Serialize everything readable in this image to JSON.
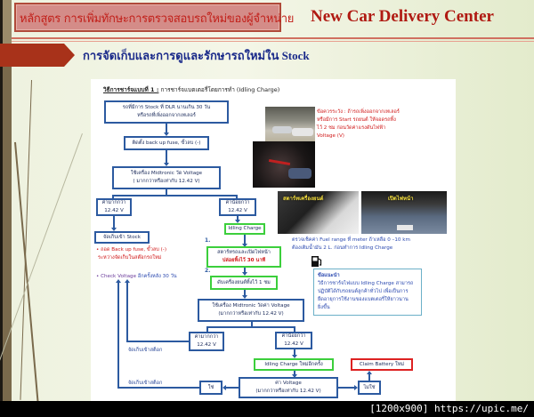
{
  "header": {
    "course_title": "หลักสูตร  การเพิ่มทักษะการตรวจสอบรถใหม่ของผู้จำหน่าย",
    "brand": "New Car Delivery Center",
    "section_title": "การจัดเก็บและการดูและรักษารถใหม่ใน Stock"
  },
  "document": {
    "method_label": "วิธีการชาร์จแบบที่ 1 :",
    "method_desc": "การชาร์จแบตเตอรี่โดยการทำ (Idling Charge)",
    "flow": {
      "start_line1": "รถที่มีการ Stock ที่ DLR นานเกิน 30 วัน",
      "start_line2": "หรือรถที่เพิ่งออกจากเทเลอร์",
      "remove_fuse": "ติดตั้ง back up fuse, ขั้วลบ (-)",
      "measure1_line1": "ใช้เครื่อง Midtronic วัด Voltage",
      "measure1_line2": "( มากกว่าหรือเท่ากับ 12.42 V)",
      "more_line1": "ค่ามากกว่า",
      "more_line2": "12.42 V",
      "less_line1": "ค่าน้อยกว่า",
      "less_line2": "12.42 V",
      "store_stock": "จัดเก็บเข้า Stock",
      "idling_charge": "Idling Charge",
      "step1_num": "1.",
      "step1_line1": "สตาร์ทรถและเปิดไฟหน้า",
      "step1_line2": "ปล่อยทิ้งไว้ 30 นาที",
      "step2_num": "2.",
      "step2": "ดับเครื่องยนต์ทิ้งไว้ 1 ชม",
      "measure2_line1": "ใช้เครื่อง Midtronic วัดค่า Voltage",
      "measure2_line2": "(มากกว่าหรือเท่ากับ 12.42 V)",
      "more2_line1": "ค่ามากกว่า",
      "more2_line2": "12.42 V",
      "less2_line1": "ค่าน้อยกว่า",
      "less2_line2": "12.42 V",
      "store_label1": "จัดเก็บเข้าสต็อก",
      "idling_again": "Idling Charge ใหม่อีกครั้ง",
      "claim_battery": "Claim Battery ใหม่",
      "store_label2": "จัดเก็บเข้าสต็อก",
      "yes": "ใช่",
      "voltage_line1": "ค่า Voltage",
      "voltage_line2": "(มากกว่าหรือเท่ากับ 12.42 V)",
      "no": "ไม่ใช่"
    },
    "bullets": {
      "b1_line1": "• ถอด Back up fuse, ขั้วลบ (-)",
      "b1_line2": "ระหว่างจัดเก็บในสต๊อกรถใหม่",
      "b2_prefix": "• Check Voltage",
      "b2_suffix": "อีกครั้งหลัง 30 วัน"
    },
    "caution": {
      "line1": "ข้อควรระวัง : ถ้ารถเพิ่งออกจากเทเลอร์",
      "line2": "หรือมีการ Start รถยนต์  ให้จอดรถทิ้ง",
      "line3": "ไว้ 2 ชม ก่อนวัดค่าแรงดันไฟฟ้า",
      "line4": "Voltage (V)"
    },
    "photos": {
      "start_engine_caption": "สตาร์ทเครื่องยนต์",
      "headlight_caption": "เปิดไฟหน้า"
    },
    "fuel_note": {
      "line1": "ตรวจเช็คค่า Fuel range ที่ meter  ถ้าเหลือ 0 –10 km",
      "line2": "ต้องเติมน้ำมัน 2 L. ก่อนทำการ  Idling Charge"
    },
    "tip": {
      "title": "ข้อแนะนำ",
      "line1": "วิธีการชาร์จไฟแบบ Idling Charge สามารถ",
      "line2": "ปฏิบัติได้กับรถยนต์ลูกค้าทั่วไป เพื่อเป็นการ",
      "line3": "ยืดอายุการใช้งานของแบตเตอรี่ให้ยาวนาน",
      "line4": "ยิ่งขึ้น"
    }
  },
  "footer": {
    "watermark": "[1200x900] https://upic.me/"
  },
  "colors": {
    "brand_red": "#b01a12",
    "flow_blue": "#2c5aa0",
    "highlight_green": "#3ccf3c",
    "claim_red": "#dd2222",
    "section_tab": "#a8321a"
  }
}
